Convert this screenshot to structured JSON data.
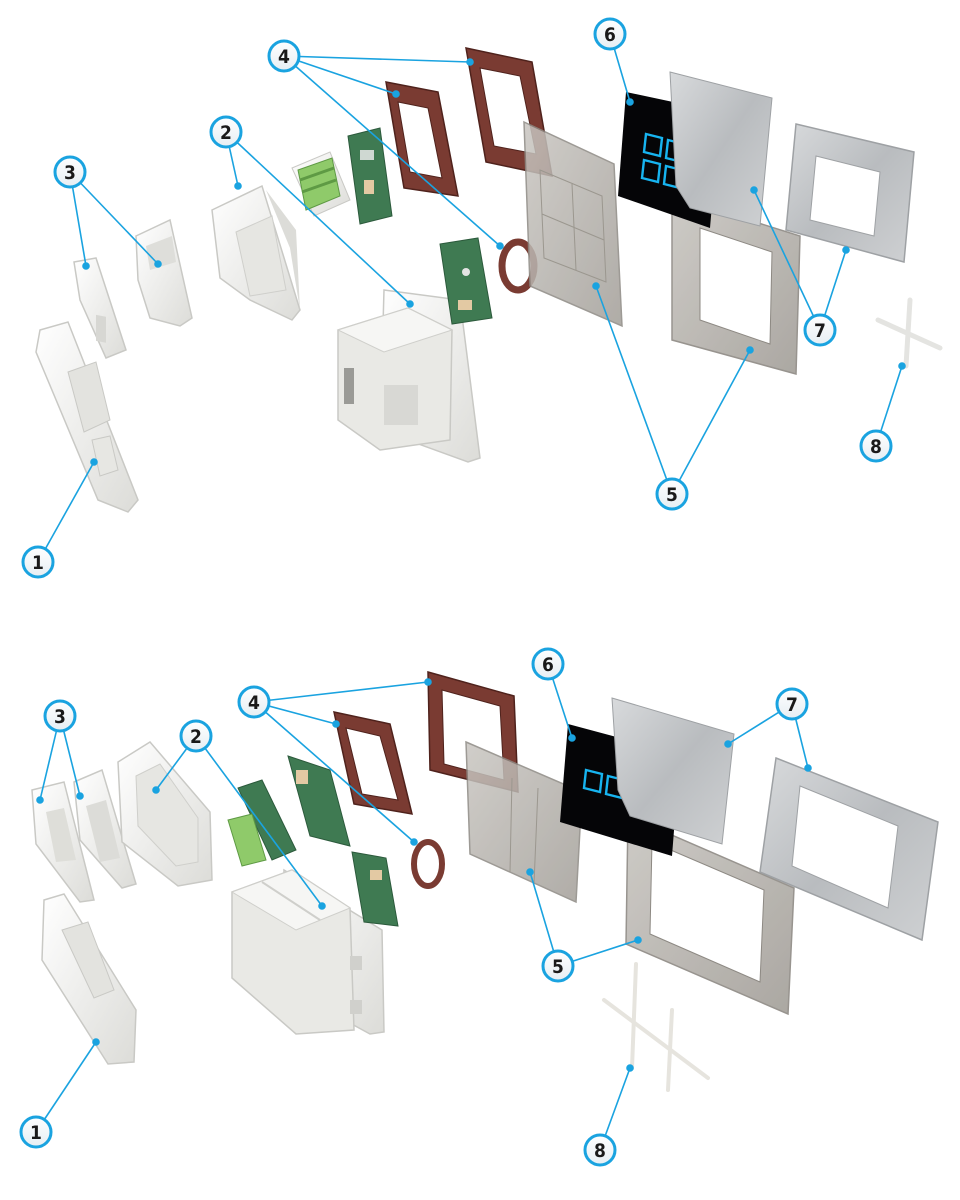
{
  "palette": {
    "leader": "#1aa3e0",
    "badge_ring": "#1aa3e0",
    "gasket": "#7a3b32",
    "gasket_edge": "#4f221c",
    "white_part": "#f1f1ef",
    "white_edge": "#c8c8c4",
    "grey_frame": "#b5b1ab",
    "grey_frame_edge": "#8d8983",
    "pcb": "#3f7a52",
    "terminal": "#8fca6a",
    "glass": "#050507",
    "touch_icon": "#17b4f0",
    "steel": "#c4c6c8"
  },
  "diagrams": [
    {
      "id": "top",
      "variant": "four-key",
      "callouts": [
        {
          "id": "c1",
          "label": "1"
        },
        {
          "id": "c2",
          "label": "2"
        },
        {
          "id": "c3",
          "label": "3"
        },
        {
          "id": "c4",
          "label": "4"
        },
        {
          "id": "c5",
          "label": "5"
        },
        {
          "id": "c6",
          "label": "6"
        },
        {
          "id": "c7",
          "label": "7"
        },
        {
          "id": "c8",
          "label": "8"
        }
      ]
    },
    {
      "id": "bottom",
      "variant": "three-key",
      "callouts": [
        {
          "id": "c1",
          "label": "1"
        },
        {
          "id": "c2",
          "label": "2"
        },
        {
          "id": "c3",
          "label": "3"
        },
        {
          "id": "c4",
          "label": "4"
        },
        {
          "id": "c5",
          "label": "5"
        },
        {
          "id": "c6",
          "label": "6"
        },
        {
          "id": "c7",
          "label": "7"
        },
        {
          "id": "c8",
          "label": "8"
        }
      ]
    }
  ]
}
